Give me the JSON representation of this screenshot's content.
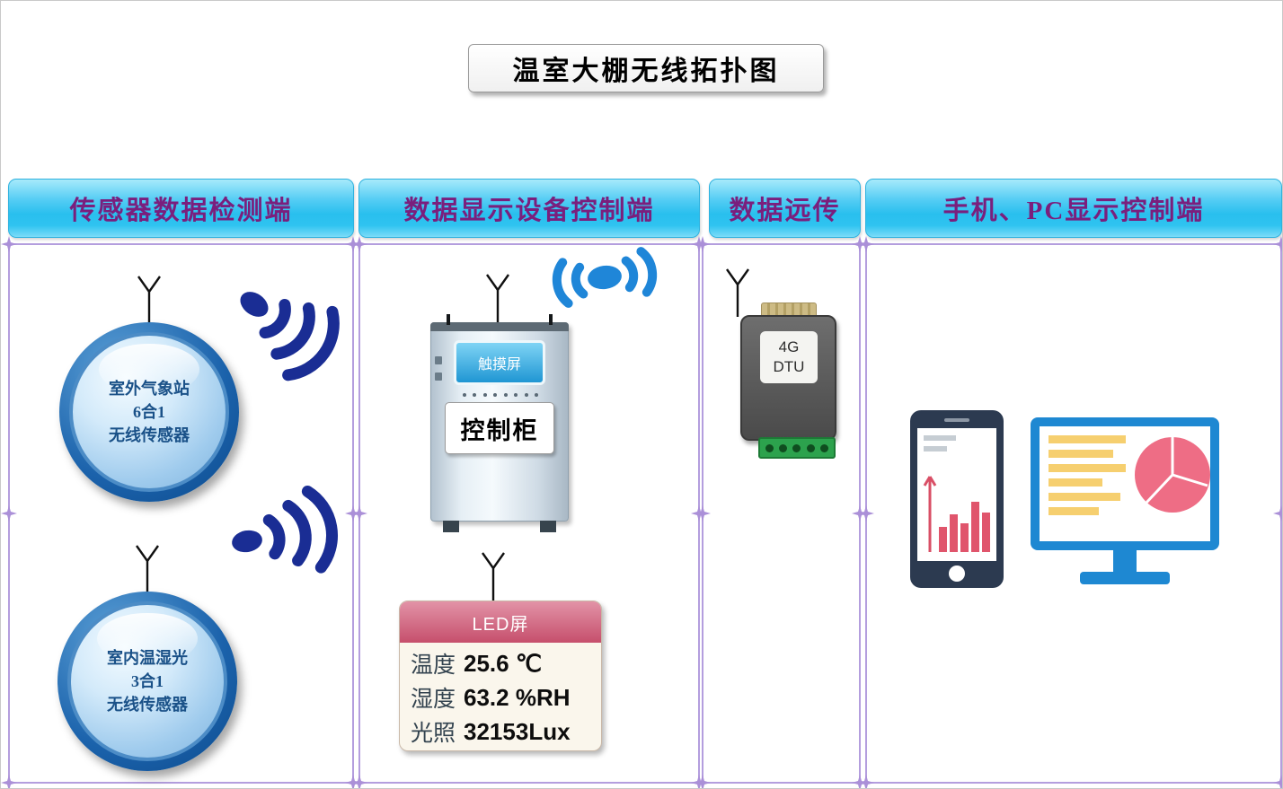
{
  "title": "温室大棚无线拓扑图",
  "columns": [
    {
      "header": "传感器数据检测端"
    },
    {
      "header": "数据显示设备控制端"
    },
    {
      "header": "数据远传"
    },
    {
      "header": "手机、PC显示控制端"
    }
  ],
  "sensors": [
    {
      "lines": [
        "室外气象站",
        "6合1",
        "无线传感器"
      ]
    },
    {
      "lines": [
        "室内温湿光",
        "3合1",
        "无线传感器"
      ]
    }
  ],
  "cabinet": {
    "screen_label": "触摸屏",
    "label": "控制柜"
  },
  "dtu": {
    "lines": [
      "4G",
      "DTU"
    ]
  },
  "led_panel": {
    "header": "LED屏",
    "readings": [
      {
        "label": "温度",
        "value": "25.6 ℃"
      },
      {
        "label": "湿度",
        "value": "63.2 %RH"
      },
      {
        "label": "光照",
        "value": "32153Lux"
      }
    ]
  },
  "colors": {
    "header_bg": "#29bfee",
    "header_text": "#7a1f7d",
    "panel_border": "#b49ede",
    "signal_navy": "#1a2d94",
    "wifi_blue": "#1f86d8",
    "sensor_blue": "#1b62ab",
    "led_header_pink": "#c64f6c",
    "bar_red": "#e0556c",
    "pie_pink": "#ee6d85",
    "monitor_blue": "#1e88d2",
    "dtu_gray": "#5a5a5a",
    "connector_green": "#2ca24d"
  }
}
